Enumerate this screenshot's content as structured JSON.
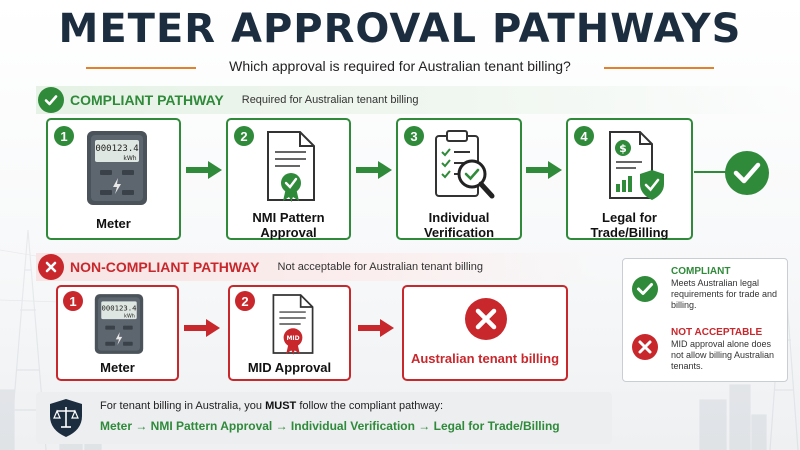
{
  "title": "METER APPROVAL PATHWAYS",
  "subtitle": "Which approval is required for Australian tenant billing?",
  "colors": {
    "green": "#2f8a3a",
    "red": "#c8272c",
    "navy": "#1c2d3f",
    "accent": "#e2812c"
  },
  "compliant": {
    "heading": "COMPLIANT PATHWAY",
    "description": "Required for Australian tenant billing",
    "steps": [
      {
        "number": "1",
        "label": "Meter",
        "icon": "electric-meter-icon",
        "display": "000123.4",
        "unit": "kWh"
      },
      {
        "number": "2",
        "label": "NMI Pattern Approval",
        "icon": "certificate-document-icon"
      },
      {
        "number": "3",
        "label": "Individual Verification",
        "icon": "clipboard-magnifier-icon"
      },
      {
        "number": "4",
        "label": "Legal for Trade/Billing",
        "icon": "invoice-shield-icon"
      }
    ],
    "result_icon": "check-circle-icon"
  },
  "noncompliant": {
    "heading": "NON-COMPLIANT PATHWAY",
    "description": "Not acceptable for Australian tenant billing",
    "steps": [
      {
        "number": "1",
        "label": "Meter",
        "icon": "electric-meter-icon",
        "display": "000123.4",
        "unit": "kWh"
      },
      {
        "number": "2",
        "label": "MID Approval",
        "icon": "mid-certificate-icon",
        "seal": "MID"
      }
    ],
    "result": {
      "label": "Australian tenant billing",
      "icon": "x-circle-icon"
    }
  },
  "legend": {
    "compliant": {
      "title": "COMPLIANT",
      "text": "Meets Australian legal requirements for trade and billing."
    },
    "not_acceptable": {
      "title": "NOT ACCEPTABLE",
      "text": "MID approval alone does not allow billing Australian tenants."
    }
  },
  "footer": {
    "icon": "scales-shield-icon",
    "line1_before": "For tenant billing in Australia, you",
    "line1_emph": "MUST",
    "line1_after": "follow the compliant pathway:",
    "line2": "Meter → NMI Pattern Approval → Individual Verification → Legal for Trade/Billing"
  }
}
